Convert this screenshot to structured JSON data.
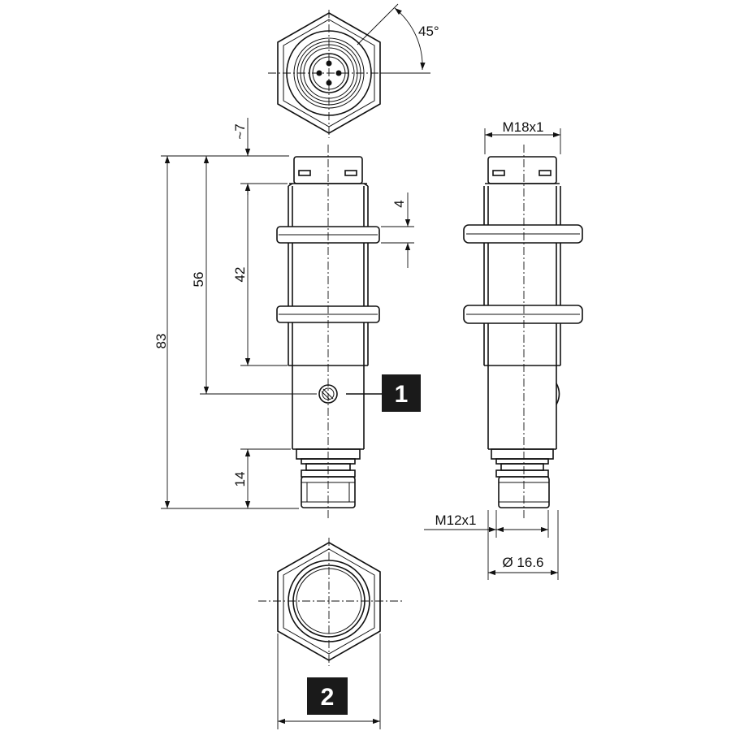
{
  "dimensions": {
    "total_length": "83",
    "adjust_position": "56",
    "thread_length": "42",
    "cap_length": "~7",
    "nut_thickness": "4",
    "connector_length": "14",
    "angle": "45°",
    "thread_main": "M18x1",
    "thread_connector": "M12x1",
    "diameter": "Ø 16.6"
  },
  "callouts": {
    "one": "1",
    "two": "2"
  }
}
